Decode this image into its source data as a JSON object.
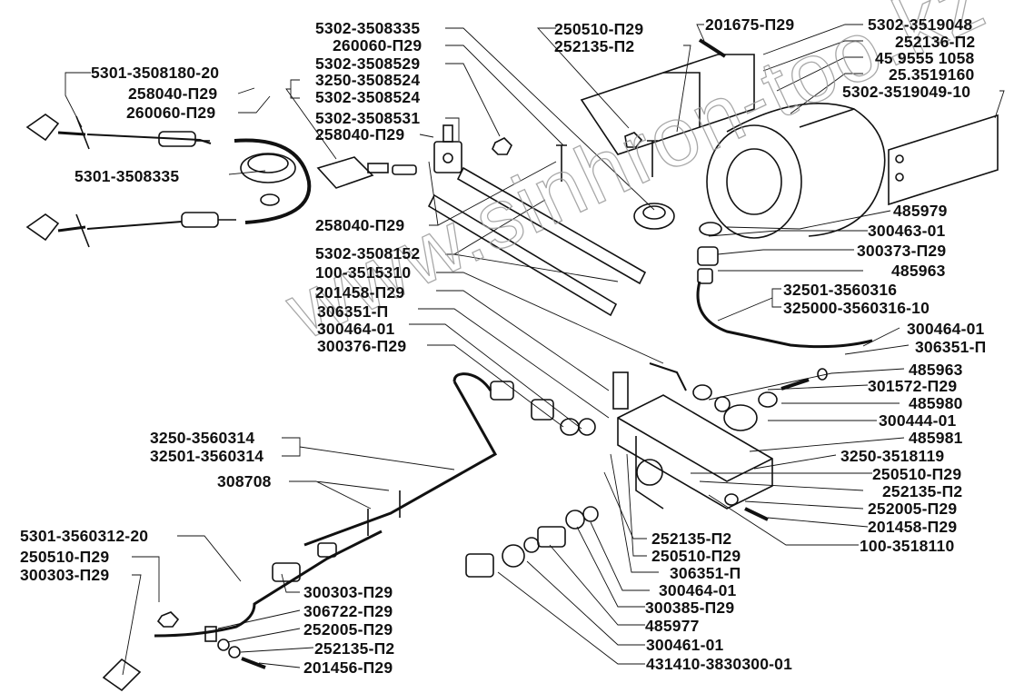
{
  "diagram": {
    "type": "exploded-parts-diagram",
    "watermark": "www.sinhron-too.kz",
    "colors": {
      "ink": "#111111",
      "background": "#ffffff",
      "watermark": "#9a9a9a"
    },
    "labels": [
      "5301-3508180-20",
      "258040-П29",
      "260060-П29",
      "5301-3508335",
      "5302-3508335",
      "260060-П29",
      "5302-3508529",
      "3250-3508524",
      "5302-3508524",
      "5302-3508531",
      "258040-П29",
      "258040-П29",
      "5302-3508152",
      "100-3515310",
      "201458-П29",
      "306351-П",
      "300464-01",
      "300376-П29",
      "250510-П29",
      "252135-П2",
      "201675-П29",
      "5302-3519048",
      "252136-П2",
      "45 9555 1058",
      "25.3519160",
      "5302-3519049-10",
      "485979",
      "300463-01",
      "300373-П29",
      "485963",
      "32501-3560316",
      "325000-3560316-10",
      "300464-01",
      "306351-П",
      "485963",
      "301572-П29",
      "485980",
      "300444-01",
      "485981",
      "3250-3518119",
      "250510-П29",
      "252135-П2",
      "252005-П29",
      "201458-П29",
      "100-3518110",
      "252135-П2",
      "250510-П29",
      "306351-П",
      "300464-01",
      "300385-П29",
      "485977",
      "300461-01",
      "431410-3830300-01",
      "3250-3560314",
      "32501-3560314",
      "308708",
      "5301-3560312-20",
      "250510-П29",
      "300303-П29",
      "300303-П29",
      "306722-П29",
      "252005-П29",
      "252135-П2",
      "201456-П29"
    ]
  }
}
